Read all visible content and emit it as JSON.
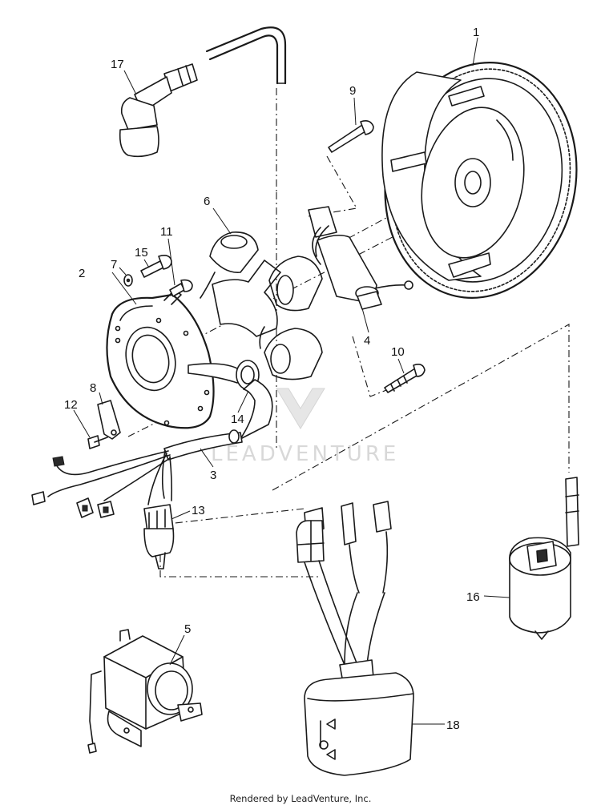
{
  "labels": {
    "p1": "1",
    "p2": "2",
    "p3": "3",
    "p4": "4",
    "p5": "5",
    "p6": "6",
    "p7": "7",
    "p8": "8",
    "p9": "9",
    "p10": "10",
    "p11": "11",
    "p12": "12",
    "p13": "13",
    "p14": "14",
    "p15": "15",
    "p16": "16",
    "p17": "17",
    "p18": "18"
  },
  "watermark": "LEADVENTURE",
  "footer": "Rendered by LeadVenture, Inc.",
  "colors": {
    "ink": "#1a1a1a",
    "watermark": "#d8d8d8",
    "background": "#ffffff"
  }
}
